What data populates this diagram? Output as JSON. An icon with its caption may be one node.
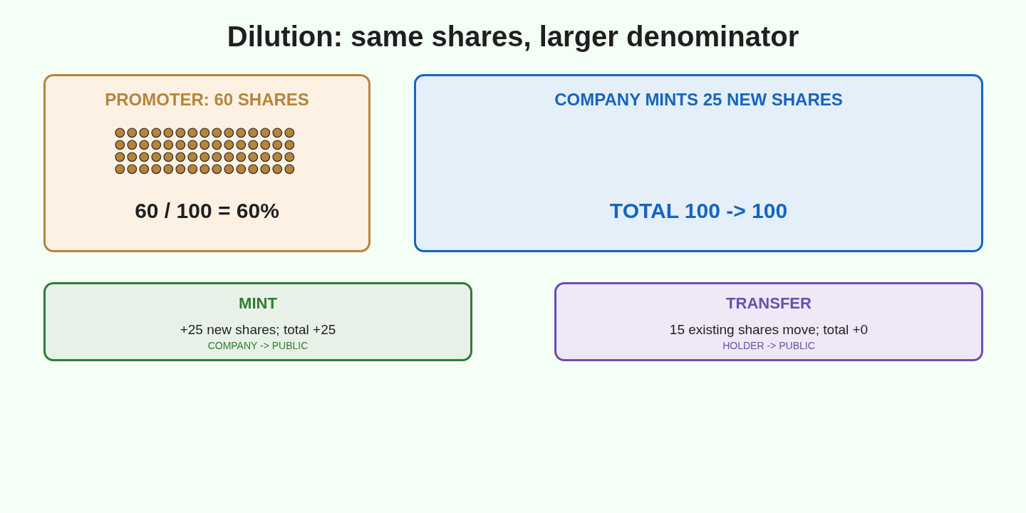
{
  "diagram": {
    "title": "Dilution: same shares, larger denominator",
    "nodes": [
      {
        "text": [
          "PROMOTER: 60 SHARES",
          "60 / 100 = 60%"
        ]
      },
      {
        "text": [
          "COMPANY MINTS 25 NEW SHARES",
          "TOTAL 100 -> 100"
        ]
      },
      {
        "text": [
          "MINT",
          "+25 new shares; total +25",
          "COMPANY -> PUBLIC"
        ]
      },
      {
        "text": [
          "TRANSFER",
          "15 existing shares move; total +0",
          "HOLDER -> PUBLIC"
        ]
      }
    ]
  }
}
